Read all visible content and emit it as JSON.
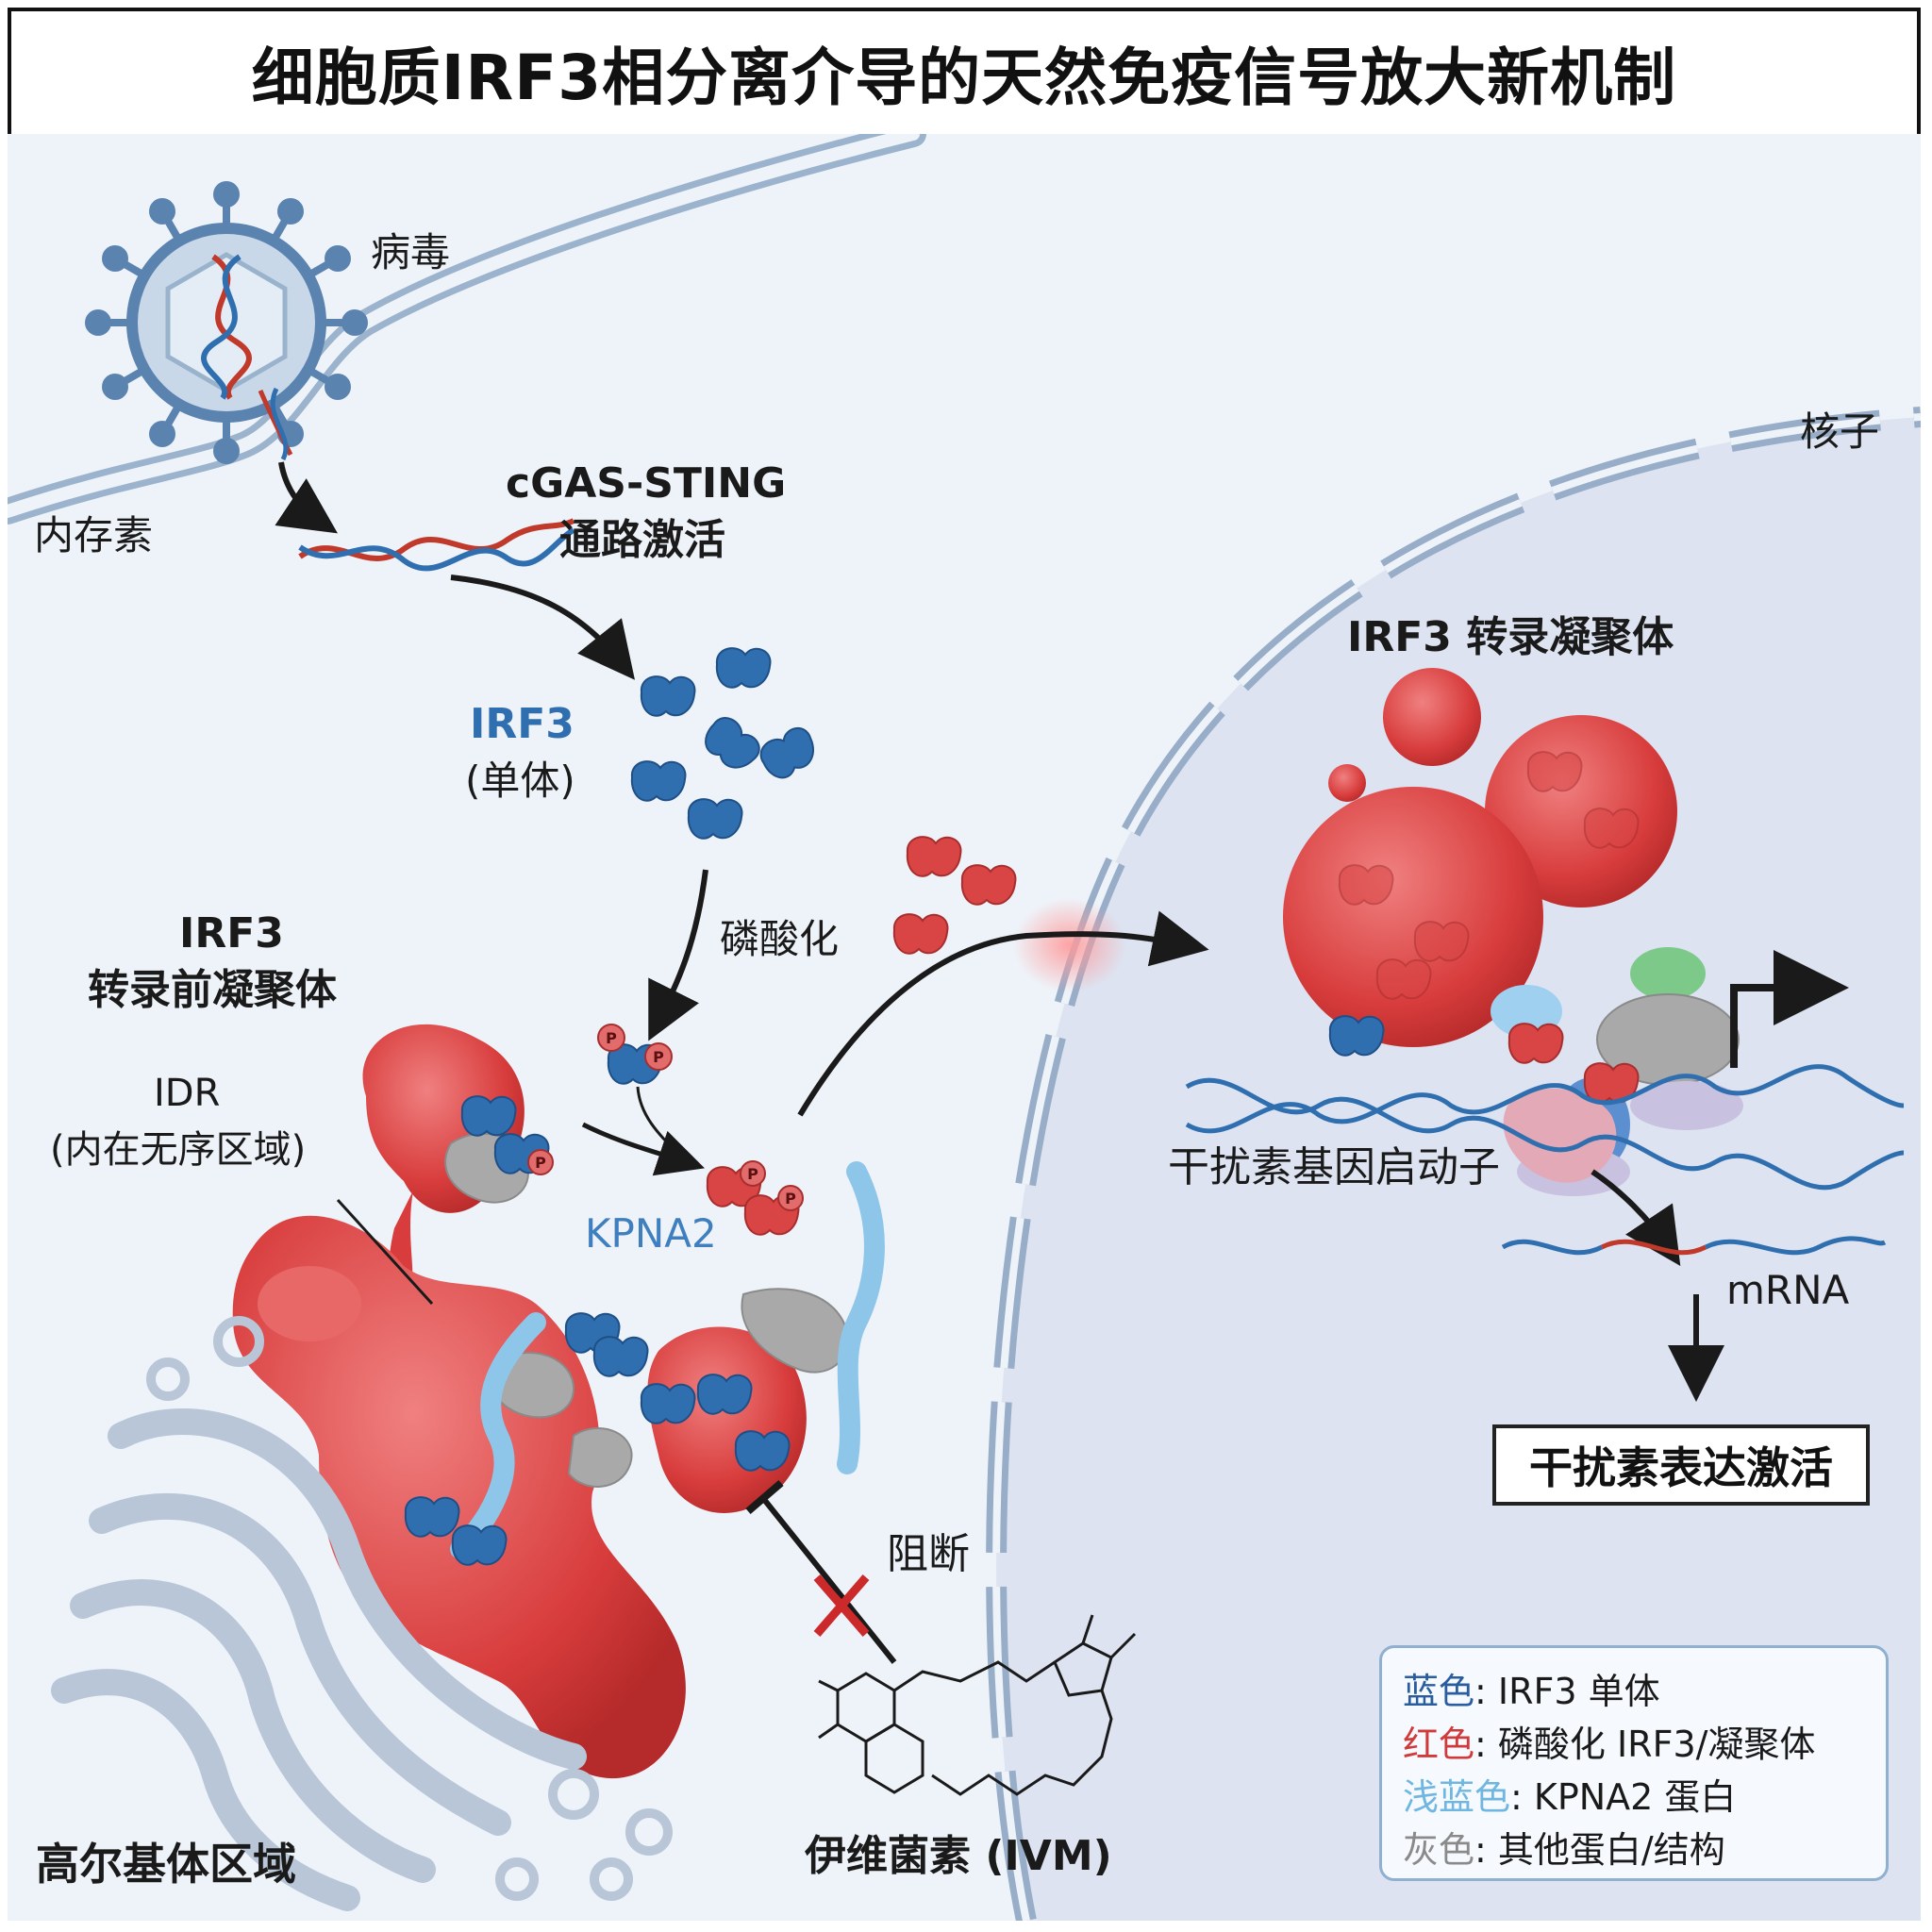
{
  "title": "细胞质IRF3相分离介导的天然免疫信号放大新机制",
  "labels": {
    "virus": "病毒",
    "endosome": "内存素",
    "pathway_line1": "cGAS-STING",
    "pathway_line2": "通路激活",
    "irf3_monomer_name": "IRF3",
    "irf3_monomer_note": "(单体)",
    "phosphorylation": "磷酸化",
    "precondensate_line1": "IRF3",
    "precondensate_line2": "转录前凝聚体",
    "idr_line1": "IDR",
    "idr_line2": "(内在无序区域)",
    "kpna2": "KPNA2",
    "golgi": "高尔基体区域",
    "ivm": "伊维菌素 (IVM)",
    "block": "阻断",
    "nucleus": "核子",
    "transcription_condensate": "IRF3 转录凝聚体",
    "promoter": "干扰素基因启动子",
    "mrna": "mRNA",
    "output": "干扰素表达激活",
    "phospho_marker": "P"
  },
  "legend": [
    {
      "key": "蓝色",
      "text": ": IRF3 单体",
      "color": "#2a5d9f"
    },
    {
      "key": "红色",
      "text": ": 磷酸化 IRF3/凝聚体",
      "color": "#d03a3a"
    },
    {
      "key": "浅蓝色",
      "text": ": KPNA2 蛋白",
      "color": "#6fb6e0"
    },
    {
      "key": "灰色",
      "text": ": 其他蛋白/结构",
      "color": "#8a8a8a"
    }
  ],
  "colors": {
    "irf3_monomer": "#2f6fb0",
    "phospho_irf3": "#d94545",
    "kpna2": "#8ec6ea",
    "other_protein": "#a7a7a7",
    "cytoplasm": "#eef3f9",
    "nucleus": "#dde3f1"
  }
}
